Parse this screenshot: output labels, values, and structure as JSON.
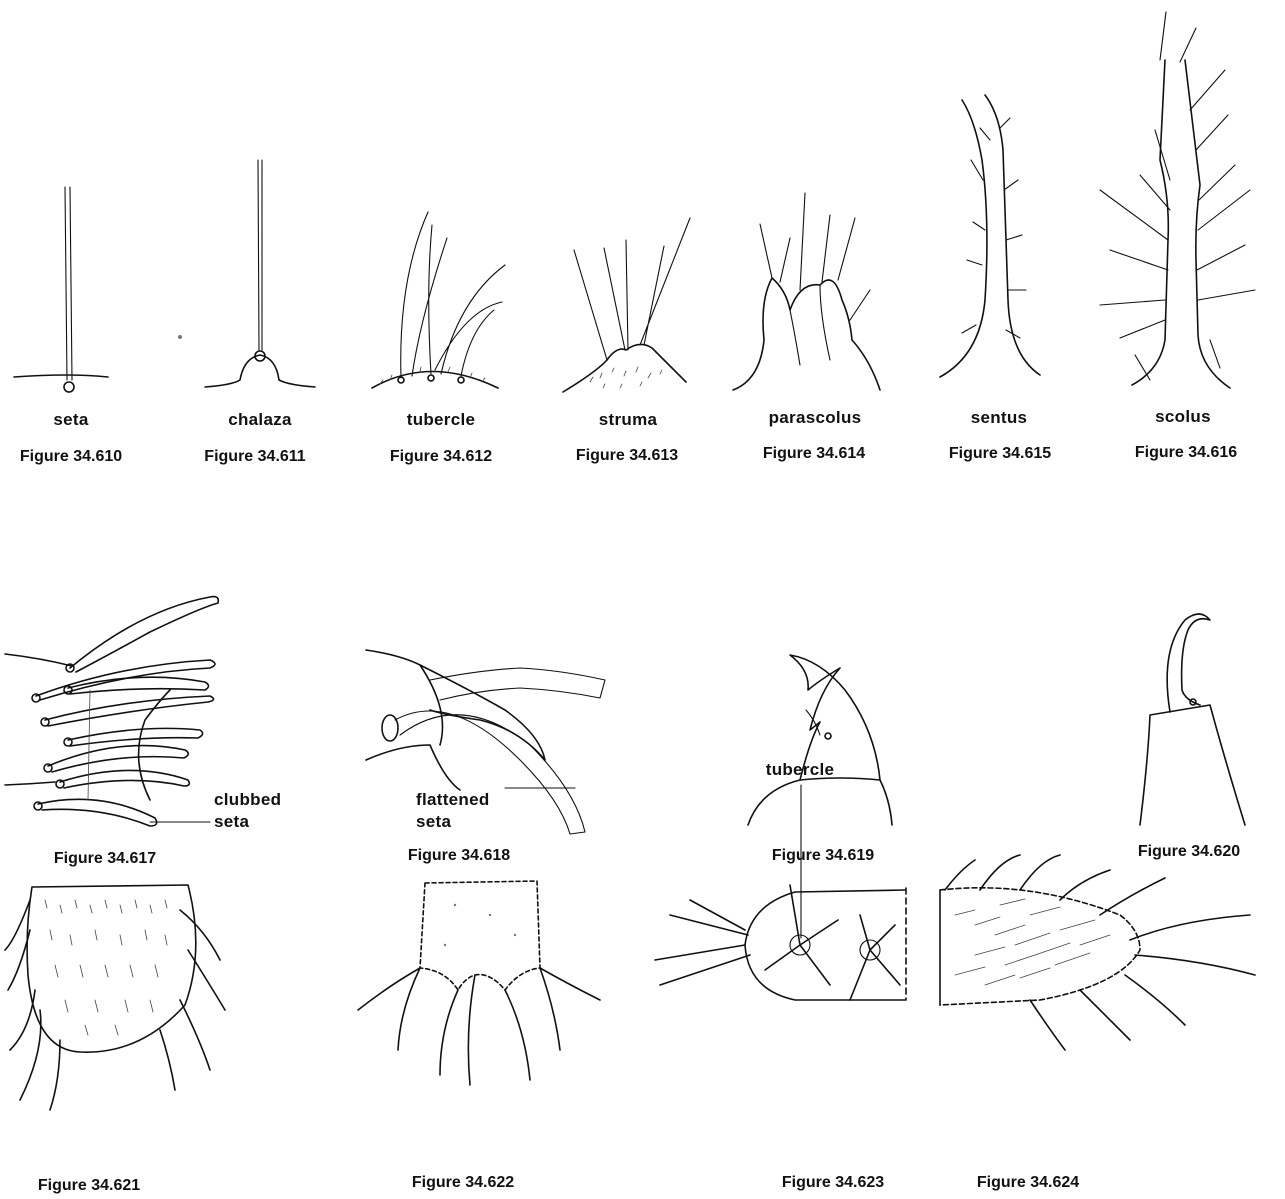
{
  "figures": [
    {
      "number": "Figure 34.610",
      "label": "seta"
    },
    {
      "number": "Figure 34.611",
      "label": "chalaza"
    },
    {
      "number": "Figure 34.612",
      "label": "tubercle"
    },
    {
      "number": "Figure 34.613",
      "label": "struma"
    },
    {
      "number": "Figure 34.614",
      "label": "parascolus"
    },
    {
      "number": "Figure 34.615",
      "label": "sentus"
    },
    {
      "number": "Figure 34.616",
      "label": "scolus"
    },
    {
      "number": "Figure 34.617",
      "label": "clubbed seta"
    },
    {
      "number": "Figure 34.618",
      "label": "flattened seta"
    },
    {
      "number": "Figure 34.619",
      "label": ""
    },
    {
      "number": "Figure 34.620",
      "label": ""
    },
    {
      "number": "Figure 34.621",
      "label": ""
    },
    {
      "number": "Figure 34.622",
      "label": ""
    },
    {
      "number": "Figure 34.623",
      "label": "tubercle"
    },
    {
      "number": "Figure 34.624",
      "label": ""
    }
  ],
  "callouts": {
    "clubbed_line1": "clubbed",
    "clubbed_line2": "seta",
    "flattened_line1": "flattened",
    "flattened_line2": "seta"
  }
}
